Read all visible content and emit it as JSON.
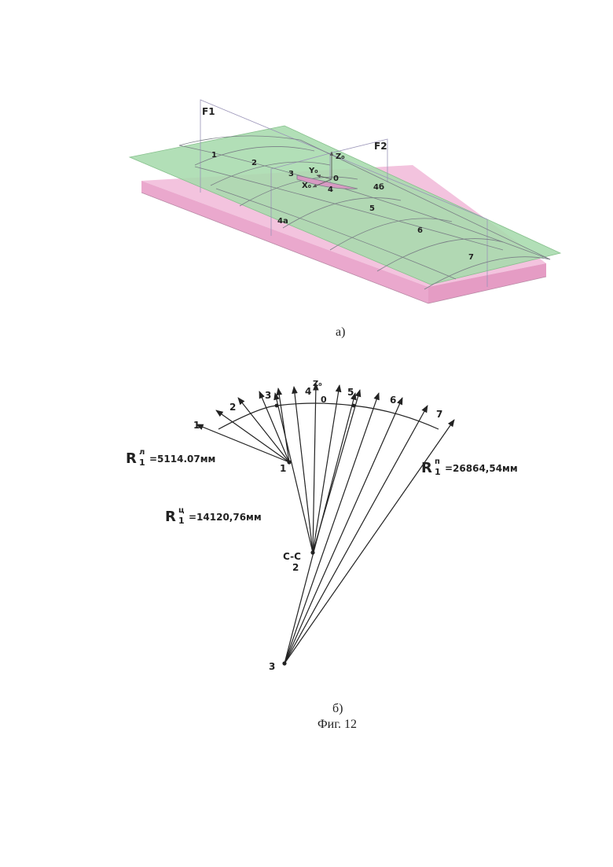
{
  "figure_a": {
    "plane_labels": [
      "F1",
      "F2"
    ],
    "axis_labels": {
      "z": "Z₀",
      "y": "Y₀",
      "x": "X₀",
      "origin": "0"
    },
    "point_labels": [
      "1",
      "2",
      "3",
      "4",
      "4б",
      "4а",
      "5",
      "6",
      "7"
    ],
    "caption": "а)",
    "colors": {
      "green_plane": "#a9dcae",
      "pink_block": "#f2b8d8",
      "lines": "#7a7f86"
    }
  },
  "figure_b": {
    "ray_labels": [
      "1",
      "2",
      "3",
      "4",
      "5",
      "6",
      "7"
    ],
    "axis_label": "Z₀",
    "origin_label": "0",
    "centers": {
      "c1": "1",
      "c2_top": "C-C",
      "c2_bottom": "2",
      "c3": "3"
    },
    "radii": {
      "left": {
        "symbol": "R",
        "sup": "л",
        "sub": "1",
        "value": "=5114.07мм"
      },
      "center": {
        "symbol": "R",
        "sup": "ц",
        "sub": "1",
        "value": "=14120,76мм"
      },
      "right": {
        "symbol": "R",
        "sup": "п",
        "sub": "1",
        "value": "=26864,54мм"
      }
    },
    "caption": "б)"
  },
  "figure_caption": "Фиг. 12"
}
